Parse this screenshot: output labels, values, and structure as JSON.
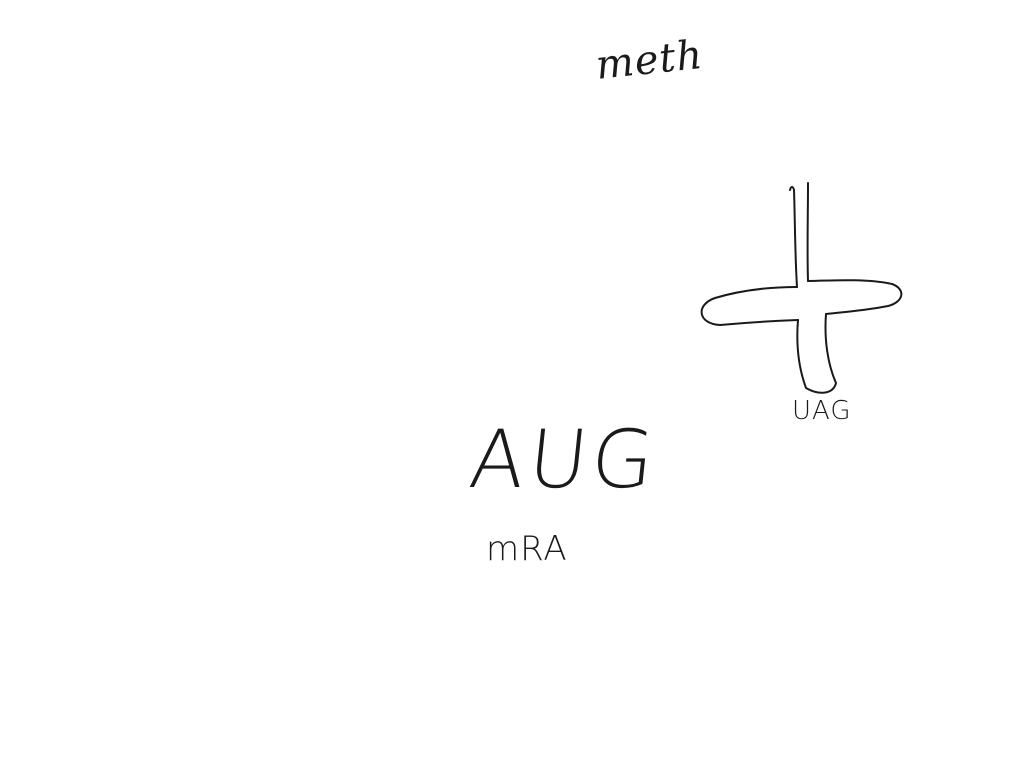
{
  "labels": {
    "top": "meth",
    "anticodon": "UAG",
    "codon": "AUG",
    "bottom": "mRA"
  },
  "colors": {
    "background": "#ffffff",
    "ink": "#1a1a1a"
  },
  "icons": {
    "trna": "cloverleaf-trna-icon"
  }
}
